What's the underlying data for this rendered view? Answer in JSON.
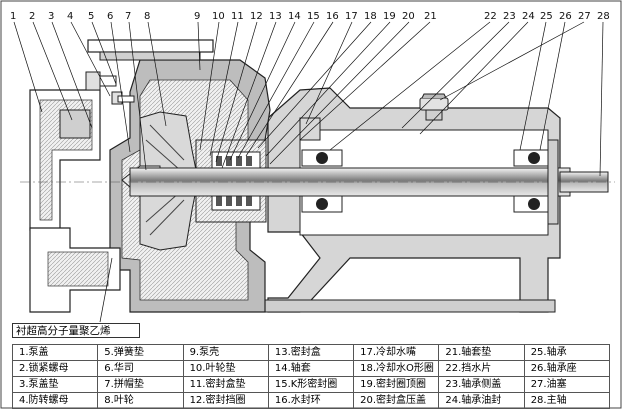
{
  "callout_label": "衬超高分子量聚乙烯",
  "leader_numbers": [
    "1",
    "2",
    "3",
    "4",
    "5",
    "6",
    "7",
    "8",
    "9",
    "10",
    "11",
    "12",
    "13",
    "14",
    "15",
    "16",
    "17",
    "18",
    "19",
    "20",
    "21",
    "22",
    "23",
    "24",
    "25",
    "26",
    "27",
    "28"
  ],
  "parts": [
    [
      "1.泵盖",
      "5.弹簧垫",
      "9.泵壳",
      "13.密封盒",
      "17.冷却水嘴",
      "21.轴套垫",
      "25.轴承"
    ],
    [
      "2.锁紧螺母",
      "6.华司",
      "10.叶轮垫",
      "14.轴套",
      "18.冷却水O形圈",
      "22.挡水片",
      "26.轴承座"
    ],
    [
      "3.泵盖垫",
      "7.拼帽垫",
      "11.密封盒垫",
      "15.K形密封圈",
      "19.密封圈顶圈",
      "23.轴承侧盖",
      "27.油塞"
    ],
    [
      "4.防转螺母",
      "8.叶轮",
      "12.密封挡圈",
      "16.水封环",
      "20.密封盒压盖",
      "24.轴承油封",
      "28.主轴"
    ]
  ]
}
